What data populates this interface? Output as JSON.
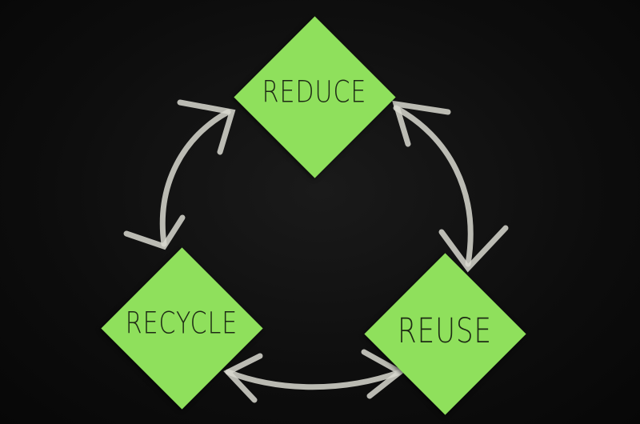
{
  "notes": {
    "reduce": "REDUCE",
    "reuse": "REUSE",
    "recycle": "RECYCLE"
  },
  "colors": {
    "board": "#0c0c0c",
    "note": "#8fe05c",
    "chalk": "#d9d9d0",
    "ink": "#1d2a14"
  }
}
